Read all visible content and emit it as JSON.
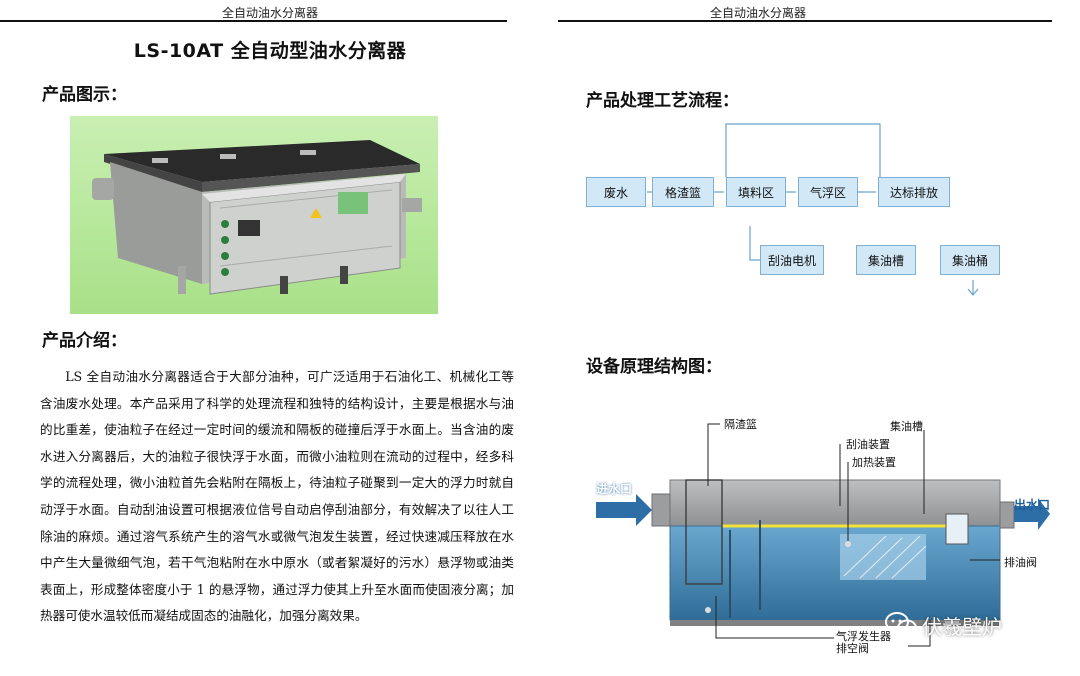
{
  "left_page": {
    "running_head": "全自动油水分离器",
    "title": "LS-10AT 全自动型油水分离器",
    "section_figure": "产品图示：",
    "section_intro": "产品介绍：",
    "intro_text": "LS 全自动油水分离器适合于大部分油种，可广泛适用于石油化工、机械化工等含油废水处理。本产品采用了科学的处理流程和独特的结构设计，主要是根据水与油的比重差，使油粒子在经过一定时间的缓流和隔板的碰撞后浮于水面上。当含油的废水进入分离器后，大的油粒子很快浮于水面，而微小油粒则在流动的过程中，经多科学的流程处理，微小油粒首先会粘附在隔板上，待油粒子碰聚到一定大的浮力时就自动浮于水面。自动刮油设置可根据液位信号自动启停刮油部分，有效解决了以往人工除油的麻烦。通过溶气系统产生的溶气水或微气泡发生装置，经过快速减压释放在水中产生大量微细气泡，若干气泡粘附在水中原水（或者絮凝好的污水）悬浮物或油类表面上，形成整体密度小于 1 的悬浮物，通过浮力使其上升至水面而使固液分离；加热器可使水温较低而凝结成固态的油融化，加强分离效果。"
  },
  "right_page": {
    "running_head": "全自动油水分离器",
    "section_process": "产品处理工艺流程：",
    "flow": {
      "waste_water": "废水",
      "grid_basket": "格渣篮",
      "filler_zone": "填料区",
      "flotation_zone": "气浮区",
      "discharge": "达标排放",
      "scraper_motor": "刮油电机",
      "oil_trough": "集油槽",
      "oil_bucket": "集油桶"
    },
    "section_structure": "设备原理结构图：",
    "structure": {
      "inlet": "进水口",
      "outlet": "出水口",
      "slag_basket": "隔渣篮",
      "oil_trough": "集油槽",
      "scraper_device": "刮油装置",
      "heater_device": "加热装置",
      "oil_valve": "排油阀",
      "bubble_generator": "气浮发生器",
      "drain_valve": "排空阀"
    },
    "watermark": "伏羲壁炉"
  }
}
